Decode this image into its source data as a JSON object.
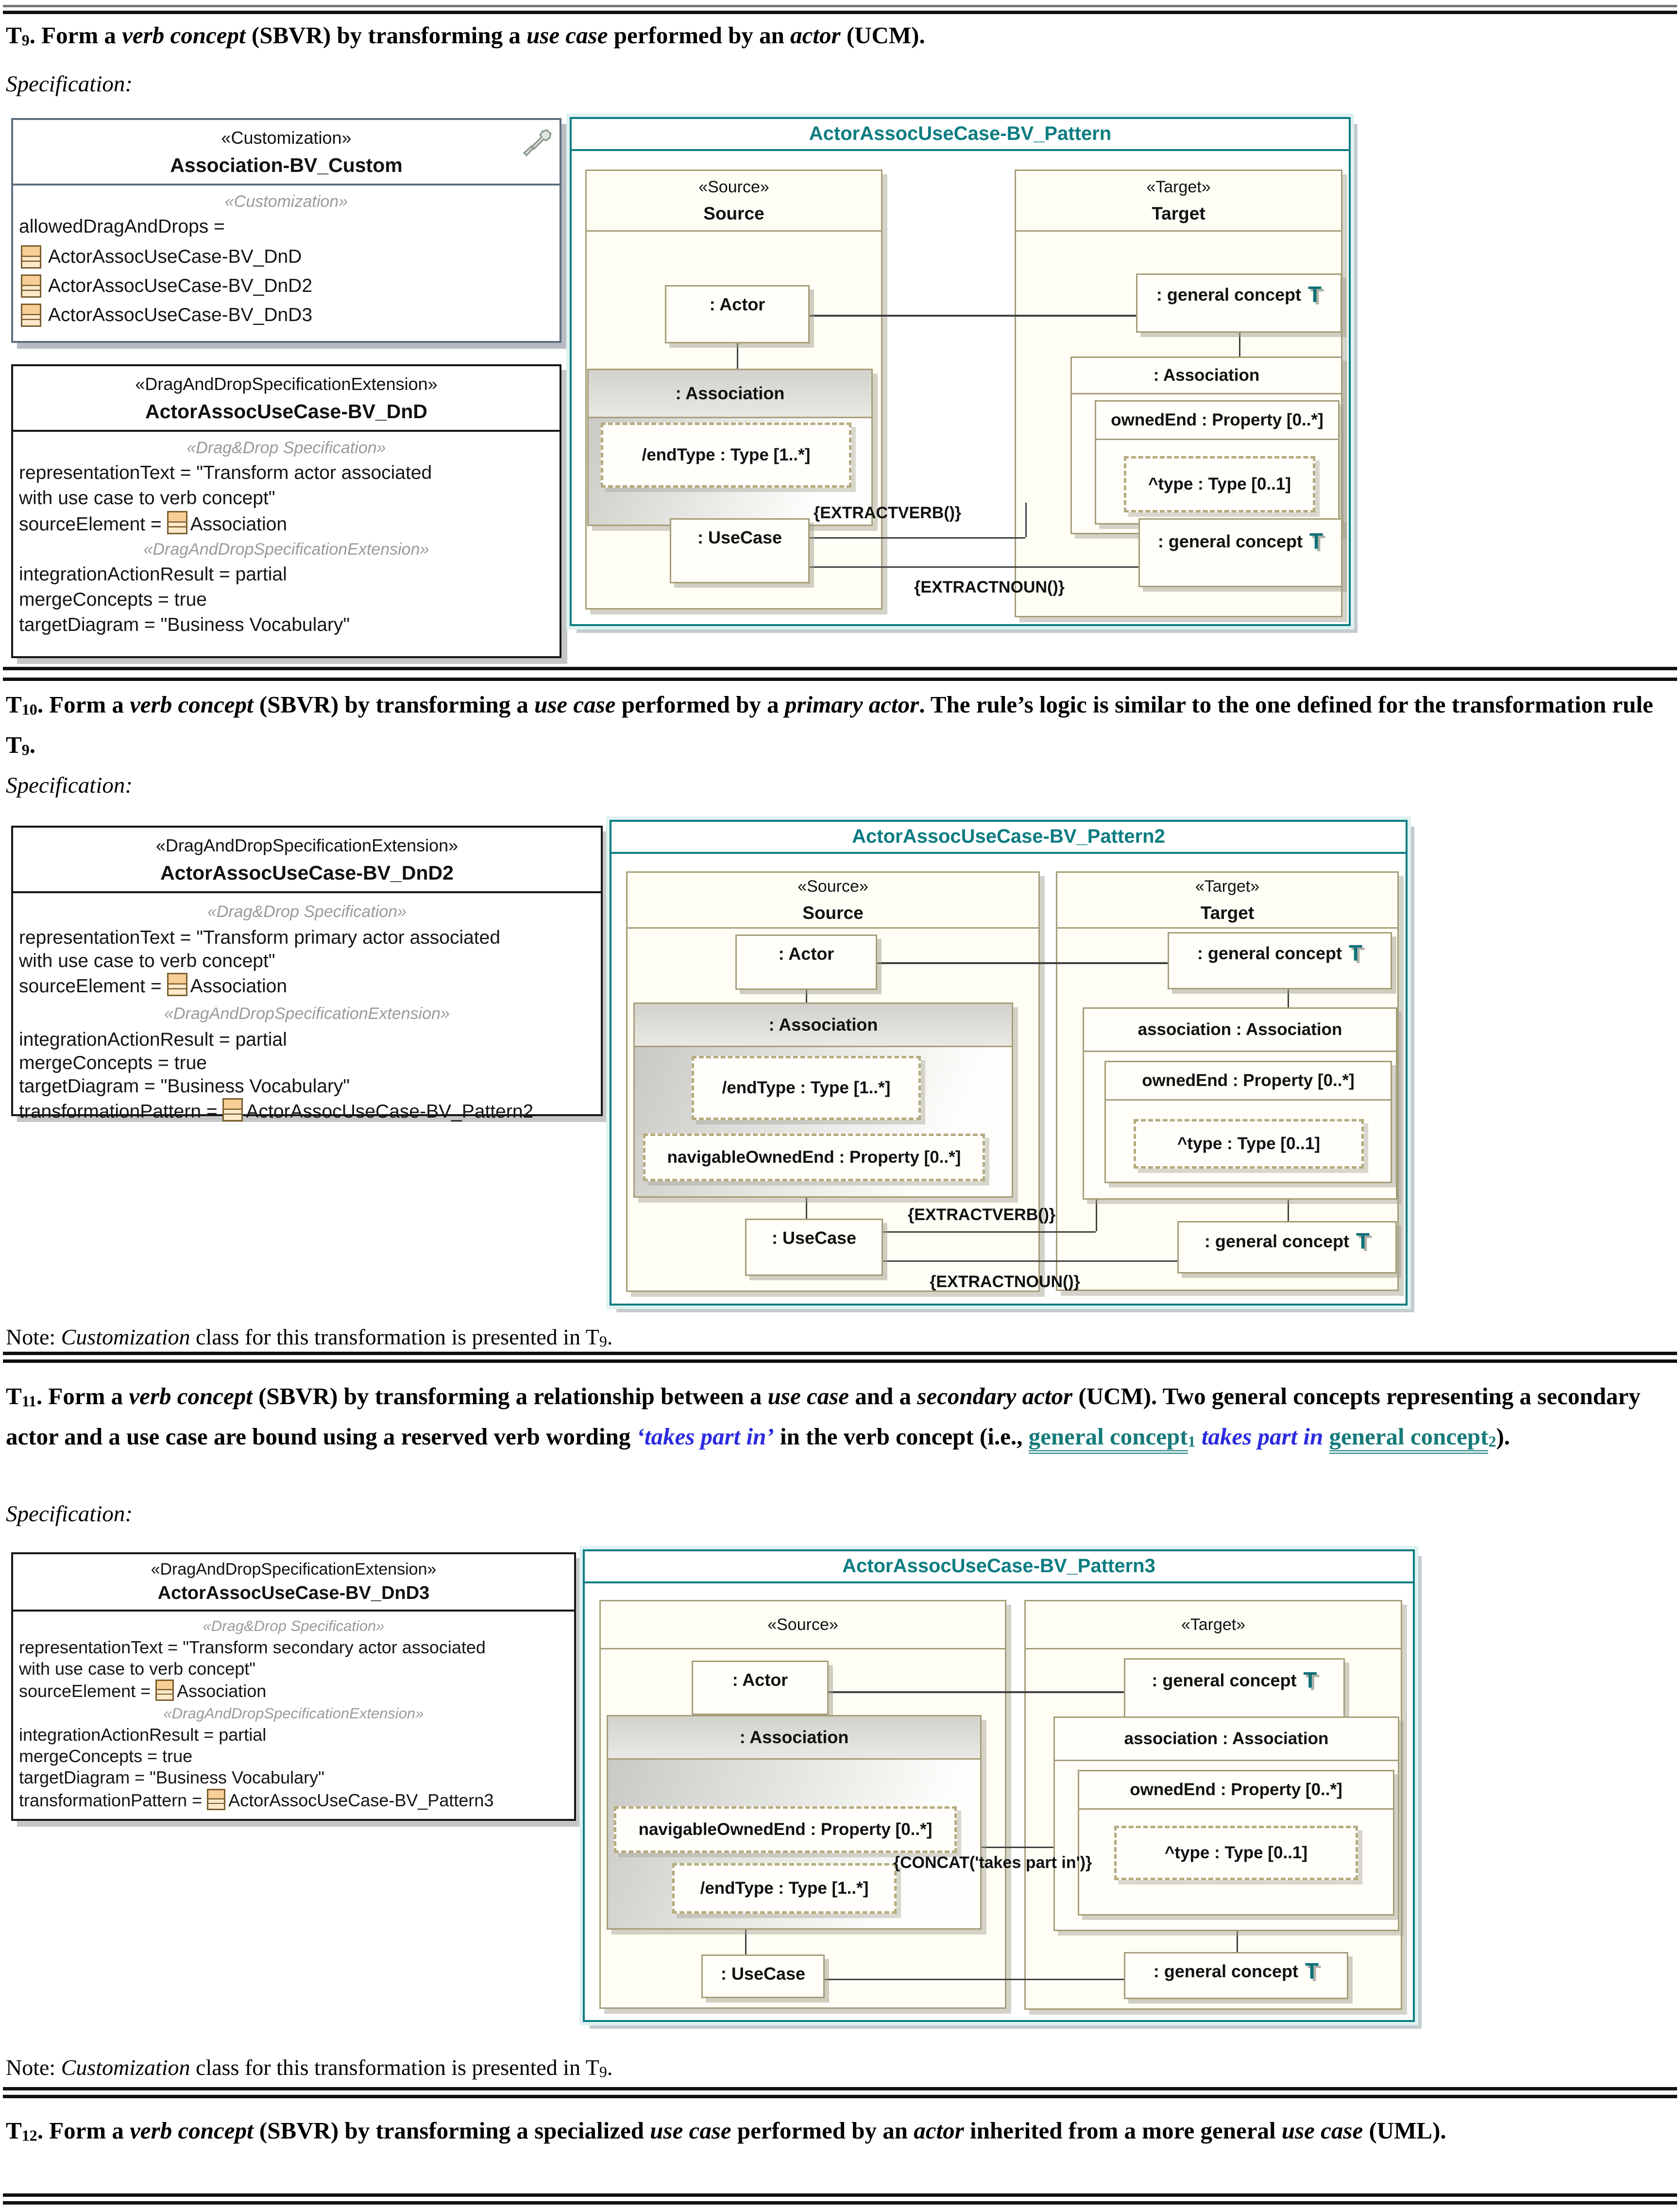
{
  "colors": {
    "diagram_teal": "#0b7c80",
    "term_icon_teal": "#0e7078",
    "verb_blue": "#2a2ae0",
    "concept_teal": "#157a7a",
    "class_icon_fill": "#f7cf96"
  },
  "icons": {
    "term_glyph": "T"
  },
  "spec_label": "Specification:",
  "note": [
    {
      "t": "Note: "
    },
    {
      "t": "Customization"
    },
    {
      "t": " class for this transformation is presented in T"
    },
    {
      "t": "9"
    },
    {
      "t": "."
    }
  ],
  "headings": {
    "t9": [
      {
        "t": "T"
      },
      {
        "t": "9"
      },
      {
        "t": ". Form a "
      },
      {
        "t": "verb concept"
      },
      {
        "t": " (SBVR) by transforming a "
      },
      {
        "t": "use case"
      },
      {
        "t": " performed by an "
      },
      {
        "t": "actor"
      },
      {
        "t": " (UCM)."
      }
    ],
    "t10": [
      {
        "t": "T"
      },
      {
        "t": "10"
      },
      {
        "t": ". Form a "
      },
      {
        "t": "verb concept"
      },
      {
        "t": " (SBVR) by transforming a "
      },
      {
        "t": "use case"
      },
      {
        "t": " performed by a "
      },
      {
        "t": "primary actor"
      },
      {
        "t": ". The rule’s logic is similar to the one defined for the transformation rule T"
      },
      {
        "t": "9"
      },
      {
        "t": "."
      }
    ],
    "t11": [
      {
        "t": "T"
      },
      {
        "t": "11"
      },
      {
        "t": ". Form a "
      },
      {
        "t": "verb concept"
      },
      {
        "t": " (SBVR) by transforming a relationship between a "
      },
      {
        "t": "use case"
      },
      {
        "t": " and a "
      },
      {
        "t": "secondary actor"
      },
      {
        "t": " (UCM). Two general concepts representing a secondary actor and a use case are bound using a reserved verb wording "
      },
      {
        "t": "‘takes part in’"
      },
      {
        "t": " in the verb concept (i.e., "
      },
      {
        "t": "general concept"
      },
      {
        "t": "1"
      },
      {
        "t": " "
      },
      {
        "t": "takes part in"
      },
      {
        "t": " "
      },
      {
        "t": "general concept"
      },
      {
        "t": "2"
      },
      {
        "t": ")."
      }
    ],
    "t12": [
      {
        "t": "T"
      },
      {
        "t": "12"
      },
      {
        "t": ". Form a "
      },
      {
        "t": "verb concept"
      },
      {
        "t": " (SBVR) by transforming a specialized "
      },
      {
        "t": "use case"
      },
      {
        "t": " performed by an "
      },
      {
        "t": "actor"
      },
      {
        "t": " inherited from a more general "
      },
      {
        "t": "use case"
      },
      {
        "t": " (UML)."
      }
    ]
  },
  "boxes": {
    "custom": {
      "stereotype": "«Customization»",
      "name": "Association-BV_Custom",
      "body_stereotype": "«Customization»",
      "attr_label": "allowedDragAndDrops =",
      "items": [
        "ActorAssocUseCase-BV_DnD",
        "ActorAssocUseCase-BV_DnD2",
        "ActorAssocUseCase-BV_DnD3"
      ]
    },
    "dnd": {
      "stereotype": "«DragAndDropSpecificationExtension»",
      "name": "ActorAssocUseCase-BV_DnD",
      "s1": "«Drag&Drop Specification»",
      "rep1": "representationText = \"Transform actor associated",
      "rep2": "with use case to verb concept\"",
      "src_label": "sourceElement =",
      "src_value": "Association",
      "s2": "«DragAndDropSpecificationExtension»",
      "a1": "integrationActionResult = partial",
      "a2": "mergeConcepts = true",
      "a3": "targetDiagram = \"Business Vocabulary\""
    },
    "dnd2": {
      "stereotype": "«DragAndDropSpecificationExtension»",
      "name": "ActorAssocUseCase-BV_DnD2",
      "s1": "«Drag&Drop Specification»",
      "rep1": "representationText = \"Transform primary actor associated",
      "rep2": "with use case to verb concept\"",
      "src_label": "sourceElement =",
      "src_value": "Association",
      "s2": "«DragAndDropSpecificationExtension»",
      "a1": "integrationActionResult = partial",
      "a2": "mergeConcepts = true",
      "a3": "targetDiagram = \"Business Vocabulary\"",
      "tp_label": "transformationPattern =",
      "tp_value": "ActorAssocUseCase-BV_Pattern2"
    },
    "dnd3": {
      "stereotype": "«DragAndDropSpecificationExtension»",
      "name": "ActorAssocUseCase-BV_DnD3",
      "s1": "«Drag&Drop Specification»",
      "rep1": "representationText = \"Transform secondary actor associated",
      "rep2": "with use case to verb concept\"",
      "src_label": "sourceElement =",
      "src_value": "Association",
      "s2": "«DragAndDropSpecificationExtension»",
      "a1": "integrationActionResult = partial",
      "a2": "mergeConcepts = true",
      "a3": "targetDiagram = \"Business Vocabulary\"",
      "tp_label": "transformationPattern =",
      "tp_value": "ActorAssocUseCase-BV_Pattern3"
    }
  },
  "diagrams": {
    "p1": {
      "title": "ActorAssocUseCase-BV_Pattern",
      "src_st": "«Source»",
      "src_name": "Source",
      "tgt_st": "«Target»",
      "tgt_name": "Target",
      "actor": ": Actor",
      "assoc": ": Association",
      "endtype": "/endType : Type [1..*]",
      "usecase": ": UseCase",
      "gc_top": ": general concept",
      "tgt_assoc": ": Association",
      "ownedend": "ownedEnd : Property [0..*]",
      "type": "^type : Type [0..1]",
      "gc_bottom": ": general concept",
      "lbl_verb": "{EXTRACTVERB()}",
      "lbl_noun": "{EXTRACTNOUN()}"
    },
    "p2": {
      "title": "ActorAssocUseCase-BV_Pattern2",
      "src_st": "«Source»",
      "src_name": "Source",
      "tgt_st": "«Target»",
      "tgt_name": "Target",
      "actor": ": Actor",
      "assoc": ": Association",
      "endtype": "/endType : Type [1..*]",
      "navend": "navigableOwnedEnd : Property [0..*]",
      "usecase": ": UseCase",
      "gc_top": ": general concept",
      "tgt_assoc": "association : Association",
      "ownedend": "ownedEnd : Property [0..*]",
      "type": "^type : Type [0..1]",
      "gc_bottom": ": general concept",
      "lbl_verb": "{EXTRACTVERB()}",
      "lbl_noun": "{EXTRACTNOUN()}"
    },
    "p3": {
      "title": "ActorAssocUseCase-BV_Pattern3",
      "src_st": "«Source»",
      "tgt_st": "«Target»",
      "actor": ": Actor",
      "assoc": ": Association",
      "navend": "navigableOwnedEnd : Property [0..*]",
      "endtype": "/endType : Type [1..*]",
      "usecase": ": UseCase",
      "gc_top": ": general concept",
      "tgt_assoc": "association : Association",
      "ownedend": "ownedEnd : Property [0..*]",
      "type": "^type : Type [0..1]",
      "gc_bottom": ": general concept",
      "lbl_concat": "{CONCAT('takes part in')}"
    }
  }
}
